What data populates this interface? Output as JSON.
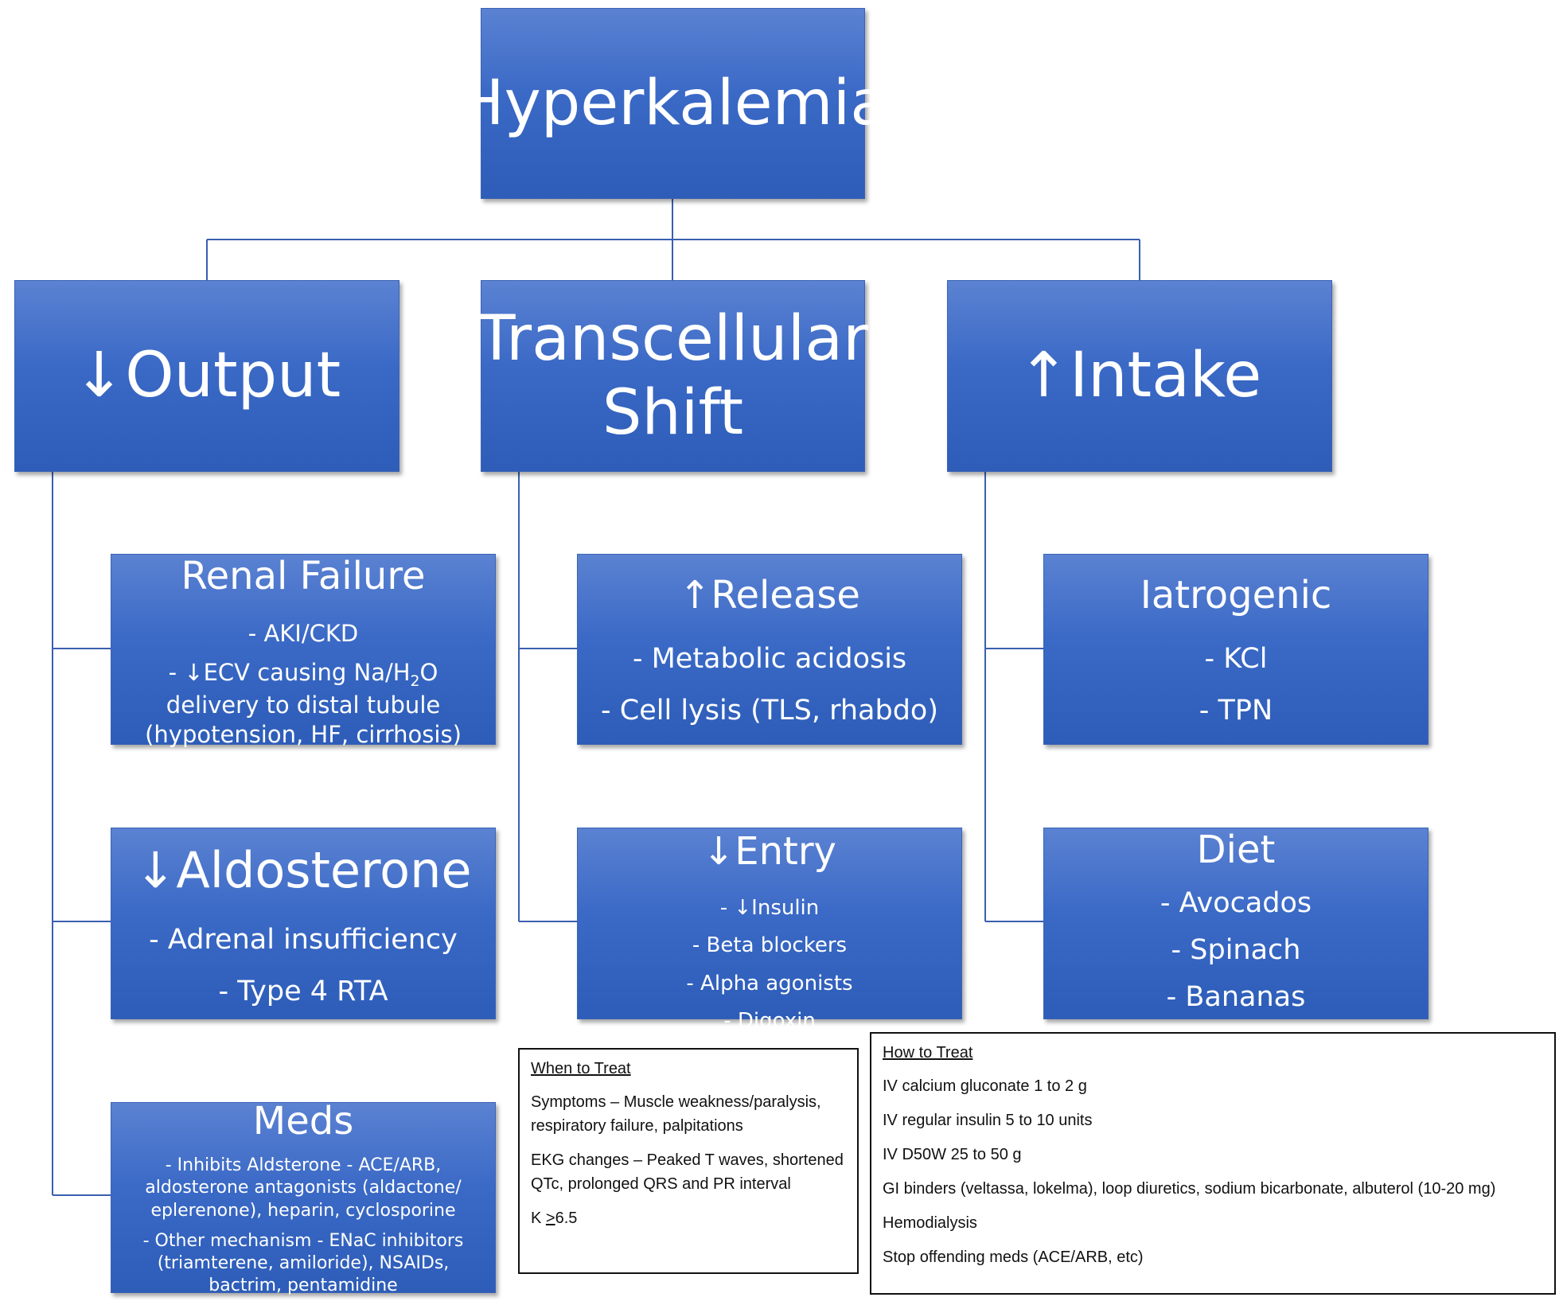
{
  "diagram": {
    "root": {
      "title": "Hyperkalemia"
    },
    "categories": [
      {
        "id": "output",
        "arrow": "↓",
        "title": "Output"
      },
      {
        "id": "shift",
        "title_line1": "Transcellular",
        "title_line2": "Shift"
      },
      {
        "id": "intake",
        "arrow": "↑",
        "title": "Intake"
      }
    ],
    "renal_failure": {
      "title": "Renal Failure",
      "item1": "- AKI/CKD",
      "item2_pre": "- ↓ECV causing Na/H",
      "item2_sub": "2",
      "item2_post": "O delivery to distal tubule (hypotension, HF, cirrhosis)"
    },
    "aldosterone": {
      "title": "↓Aldosterone",
      "items": [
        "- Adrenal insufficiency",
        "- Type 4 RTA"
      ]
    },
    "meds": {
      "title": "Meds",
      "items": [
        "- Inhibits Aldsterone - ACE/ARB, aldosterone antagonists (aldactone/ eplerenone), heparin, cyclosporine",
        "- Other mechanism - ENaC inhibitors (triamterene, amiloride), NSAIDs, bactrim, pentamidine"
      ]
    },
    "release": {
      "title": "↑Release",
      "items": [
        "- Metabolic acidosis",
        "- Cell lysis (TLS, rhabdo)"
      ]
    },
    "entry": {
      "title": "↓Entry",
      "items": [
        "- ↓Insulin",
        "- Beta blockers",
        "- Alpha agonists",
        "- Digoxin"
      ]
    },
    "iatrogenic": {
      "title": "Iatrogenic",
      "items": [
        "- KCl",
        "- TPN"
      ]
    },
    "diet": {
      "title": "Diet",
      "items": [
        "- Avocados",
        "- Spinach",
        "- Bananas"
      ]
    }
  },
  "when_to_treat": {
    "title": "When to Treat",
    "lines": [
      "Symptoms – Muscle weakness/paralysis, respiratory failure, palpitations",
      "EKG changes – Peaked T waves, shortened QTc, prolonged QRS and PR interval"
    ],
    "k_prefix": "K ",
    "k_symbol": ">",
    "k_value": "6.5"
  },
  "how_to_treat": {
    "title": "How to Treat",
    "lines": [
      "IV calcium gluconate 1 to 2 g",
      "IV regular insulin 5 to 10 units",
      "IV D50W 25 to 50 g",
      "GI binders (veltassa, lokelma), loop diuretics, sodium bicarbonate, albuterol (10-20 mg)",
      "Hemodialysis",
      "Stop offending meds (ACE/ARB, etc)"
    ]
  },
  "colors": {
    "box": "#3a69c6",
    "connector": "#3a5fb0",
    "text": "#ffffff"
  }
}
